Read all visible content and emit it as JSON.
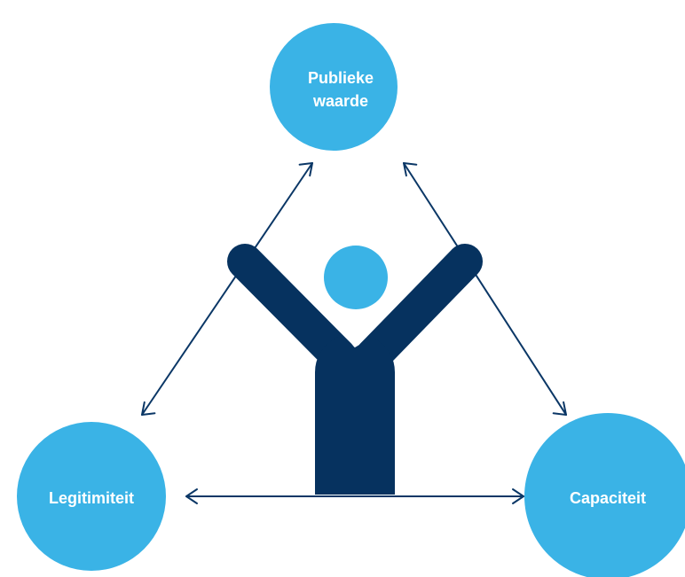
{
  "colors": {
    "node_fill": "#3ab3e6",
    "figure_dark": "#06325f",
    "arrow": "#0b3766",
    "label_text": "#ffffff",
    "background": "#ffffff"
  },
  "nodes": {
    "top": {
      "line1": "Publieke",
      "line2": "waarde"
    },
    "left": {
      "label": "Legitimiteit"
    },
    "right": {
      "label": "Capaciteit"
    }
  },
  "figure": {
    "icon": "person-arms-raised-icon"
  }
}
